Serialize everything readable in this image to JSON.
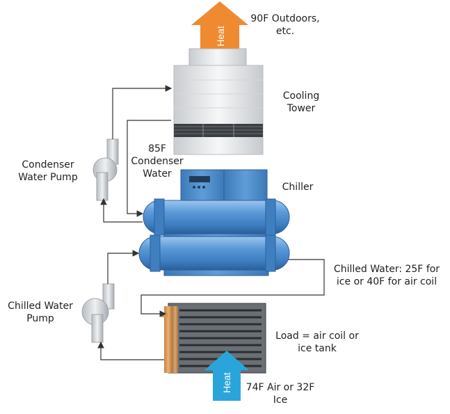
{
  "colors": {
    "heat_out": "#f08a30",
    "heat_in": "#2aa5dc",
    "chiller_blue": "#4e8fcf",
    "pipe": "#333333"
  },
  "labels": {
    "outdoors": [
      "90F Outdoors,",
      "etc."
    ],
    "cooling_tower": [
      "Cooling",
      "Tower"
    ],
    "condenser_water": [
      "85F",
      "Condenser",
      "Water"
    ],
    "condenser_pump": [
      "Condenser",
      "Water Pump"
    ],
    "chiller": [
      "Chiller"
    ],
    "chilled_water": [
      "Chilled Water: 25F for",
      "ice or 40F for air coil"
    ],
    "chilled_pump": [
      "Chilled Water",
      "Pump"
    ],
    "load": [
      "Load = air coil or",
      "ice tank"
    ],
    "air": [
      "74F Air or 32F",
      "Ice"
    ]
  },
  "arrows": {
    "top_heat": "Heat",
    "bottom_heat": "Heat"
  }
}
